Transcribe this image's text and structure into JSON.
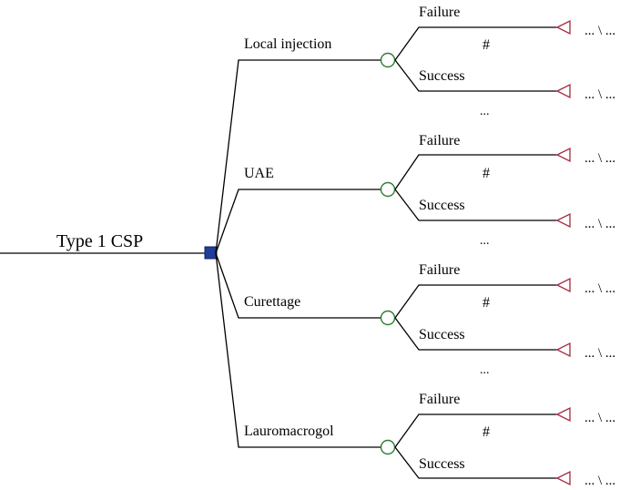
{
  "root": {
    "label": "Type 1 CSP"
  },
  "chance_labels": {
    "top": "Failure",
    "mid": "#",
    "bottom": "Success",
    "more": "..."
  },
  "terminal_label": "... \\ ...",
  "branches": [
    {
      "label": "Local injection"
    },
    {
      "label": "UAE"
    },
    {
      "label": "Curettage"
    },
    {
      "label": "Lauromacrogol"
    }
  ],
  "colors": {
    "decision_node": "#1f3d99",
    "chance_node": "#2e7d32",
    "terminal_node": "#a52a3a",
    "lines": "#000000"
  }
}
